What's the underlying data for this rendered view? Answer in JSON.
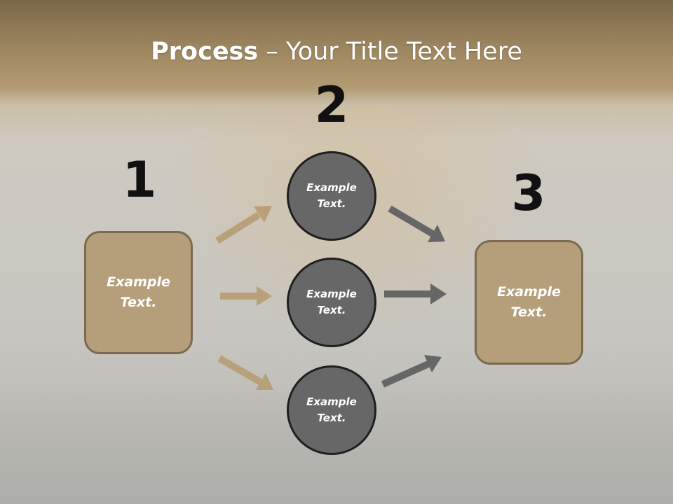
{
  "title": {
    "bold": "Process",
    "rest": " – Your Title Text Here"
  },
  "steps": {
    "one": "1",
    "two": "2",
    "three": "3"
  },
  "nodes": {
    "left_box": "Example Text.",
    "circle_top": "Example Text.",
    "circle_middle": "Example Text.",
    "circle_bottom": "Example Text.",
    "right_box": "Example Text."
  },
  "colors": {
    "box_fill": "#b59f7b",
    "box_border": "#7a6a4f",
    "circle_fill": "#676767",
    "circle_border": "#1f1f1f",
    "arrow_tan": "#b8a07a",
    "arrow_gray": "#666666"
  }
}
